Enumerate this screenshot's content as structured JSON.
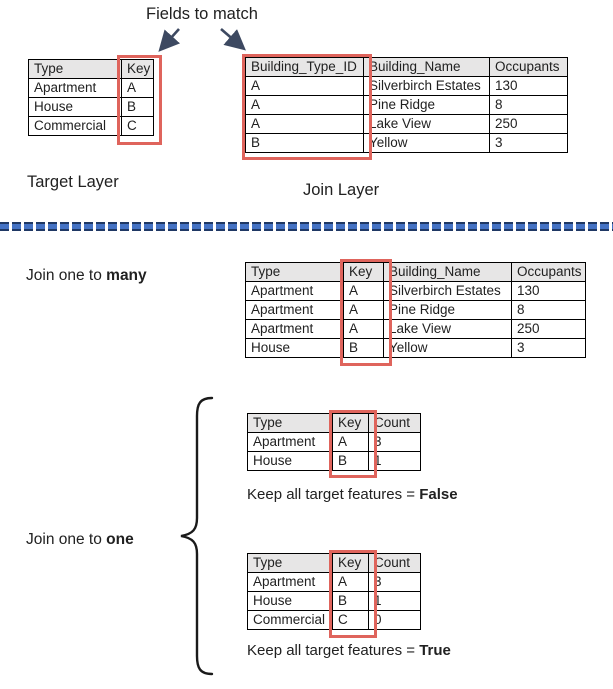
{
  "colors": {
    "accent_red": "#DF645C",
    "divider_blue": "#4472C4",
    "divider_dark_blue": "#1F3864",
    "arrow_dark": "#3D4961",
    "table_header_fill": "#E7E6E6",
    "text": "#212121"
  },
  "labels": {
    "fields_to_match": "Fields to match",
    "target_layer": "Target Layer",
    "join_layer": "Join Layer",
    "join_many_prefix": "Join one to ",
    "join_many_bold": "many",
    "join_one_prefix": "Join one to ",
    "join_one_bold": "one",
    "keep_prefix": "Keep all target features = ",
    "keep_false": "False",
    "keep_true": "True"
  },
  "icons": {
    "match_arrows": "down-diagonal-arrows",
    "brace": "left-curly-brace"
  },
  "tables": {
    "target": {
      "headers": [
        "Type",
        "Key"
      ],
      "rows": [
        [
          "Apartment",
          "A"
        ],
        [
          "House",
          "B"
        ],
        [
          "Commercial",
          "C"
        ]
      ],
      "highlighted_column": "Key"
    },
    "join": {
      "headers": [
        "Building_Type_ID",
        "Building_Name",
        "Occupants"
      ],
      "rows": [
        [
          "A",
          "Silverbirch Estates",
          "130"
        ],
        [
          "A",
          "Pine Ridge",
          "8"
        ],
        [
          "A",
          "Lake View",
          "250"
        ],
        [
          "B",
          "Yellow",
          "3"
        ]
      ],
      "highlighted_column": "Building_Type_ID"
    },
    "one_to_many": {
      "headers": [
        "Type",
        "Key",
        "Building_Name",
        "Occupants"
      ],
      "rows": [
        [
          "Apartment",
          "A",
          "Silverbirch Estates",
          "130"
        ],
        [
          "Apartment",
          "A",
          "Pine Ridge",
          "8"
        ],
        [
          "Apartment",
          "A",
          "Lake View",
          "250"
        ],
        [
          "House",
          "B",
          "Yellow",
          "3"
        ]
      ],
      "highlighted_column": "Key"
    },
    "one_to_one_false": {
      "headers": [
        "Type",
        "Key",
        "Count"
      ],
      "rows": [
        [
          "Apartment",
          "A",
          "3"
        ],
        [
          "House",
          "B",
          "1"
        ]
      ],
      "highlighted_column": "Key"
    },
    "one_to_one_true": {
      "headers": [
        "Type",
        "Key",
        "Count"
      ],
      "rows": [
        [
          "Apartment",
          "A",
          "3"
        ],
        [
          "House",
          "B",
          "1"
        ],
        [
          "Commercial",
          "C",
          "0"
        ]
      ],
      "highlighted_column": "Key"
    }
  }
}
